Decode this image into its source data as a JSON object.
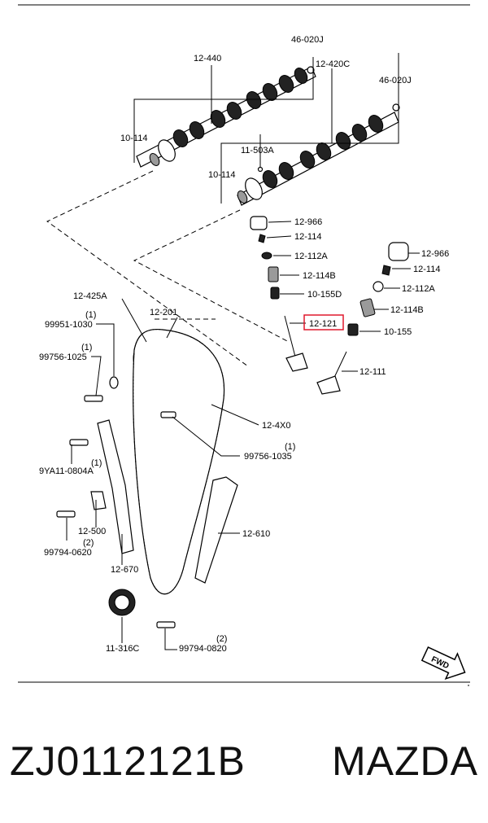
{
  "callouts": {
    "p46_020j_a": "46-020J",
    "p12_440": "12-440",
    "p12_420c": "12-420C",
    "p46_020j_b": "46-020J",
    "p10_114_a": "10-114",
    "p11_503a": "11-503A",
    "p10_114_b": "10-114",
    "p12_966_a": "12-966",
    "p12_114_a": "12-114",
    "p12_112a_a": "12-112A",
    "p12_114b_a": "12-114B",
    "p10_155d": "10-155D",
    "p12_966_b": "12-966",
    "p12_114_b": "12-114",
    "p12_112a_b": "12-112A",
    "p12_114b_b": "12-114B",
    "p12_121": "12-121",
    "p10_155": "10-155",
    "p12_111": "12-111",
    "p12_425a": "12-425A",
    "p12_201": "12-201",
    "p99951_1030": "99951-1030",
    "q99951_1030": "(1)",
    "p99756_1025": "99756-1025",
    "q99756_1025": "(1)",
    "p12_4x0": "12-4X0",
    "p99756_1035": "99756-1035",
    "q99756_1035": "(1)",
    "p9ya11_0804a": "9YA11-0804A",
    "q9ya11_0804a": "(1)",
    "p12_500": "12-500",
    "p99794_0620": "99794-0620",
    "q99794_0620": "(2)",
    "p12_610": "12-610",
    "p12_670": "12-670",
    "p11_316c": "11-316C",
    "p99794_0820": "99794-0820",
    "q99794_0820": "(2)",
    "fwd": "FWD"
  },
  "highlight_color": "#e0182d",
  "icons": [
    "fwd-arrow-icon"
  ],
  "footer": {
    "part_number": "ZJ0112121B",
    "brand": "MAZDA"
  }
}
